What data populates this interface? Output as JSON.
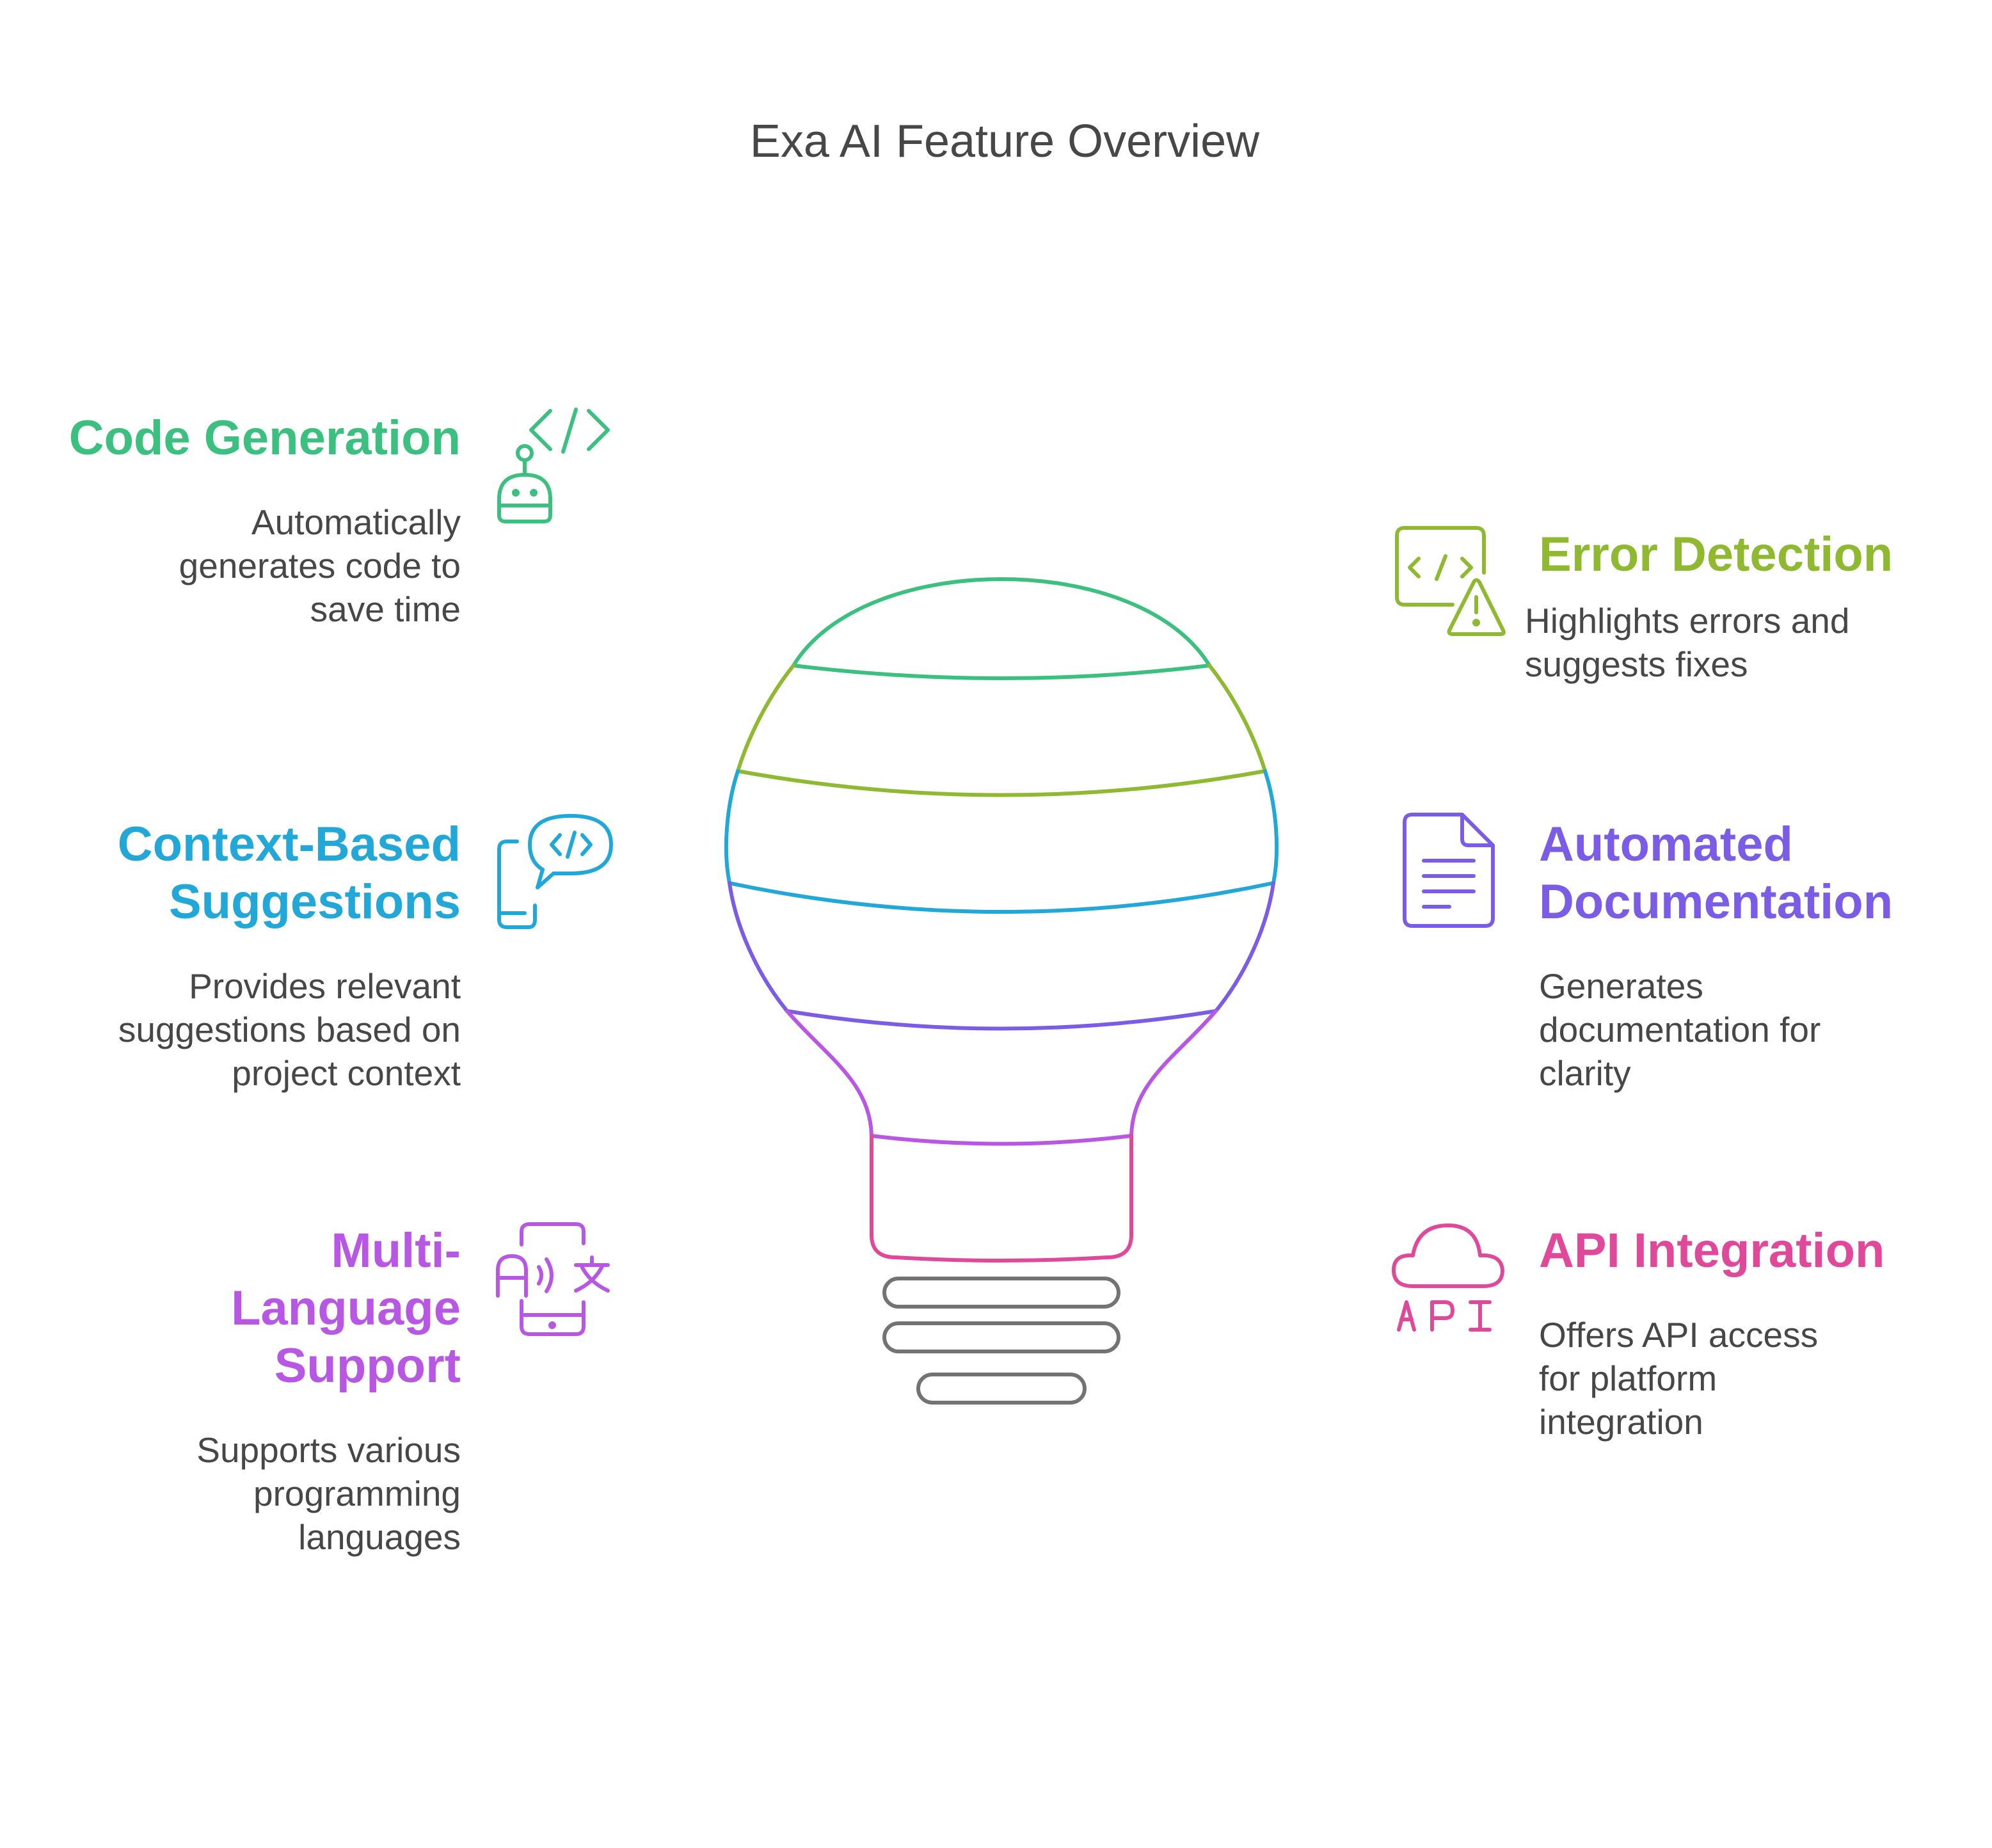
{
  "title": "Exa AI Feature Overview",
  "colors": {
    "green": "#3cc080",
    "lime": "#90b932",
    "cyan": "#22a8d8",
    "indigo": "#7b5ce6",
    "purple": "#b857e3",
    "pink": "#e0489a",
    "gray": "#737373",
    "text": "#474747"
  },
  "features": {
    "code_generation": {
      "title": "Code Generation",
      "description": "Automatically generates code to save time",
      "icon": "robot-code-icon"
    },
    "context_suggestions": {
      "title": "Context-Based Suggestions",
      "description": "Provides relevant suggestions based on project context",
      "icon": "phone-chat-code-icon"
    },
    "multi_language": {
      "title": "Multi-Language Support",
      "description": "Supports various programming languages",
      "icon": "phone-translate-icon"
    },
    "error_detection": {
      "title": "Error Detection",
      "description": "Highlights errors and suggests fixes",
      "icon": "code-warning-icon"
    },
    "documentation": {
      "title": "Automated Documentation",
      "description": "Generates documentation for clarity",
      "icon": "document-icon"
    },
    "api_integration": {
      "title": "API Integration",
      "description": "Offers API access for platform integration",
      "icon": "cloud-api-icon"
    }
  }
}
